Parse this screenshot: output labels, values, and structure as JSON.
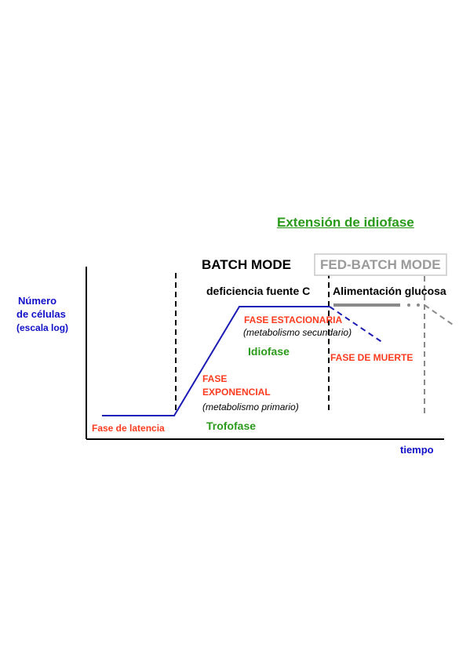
{
  "title": "Extensión de idiofase",
  "modes": {
    "batch": "BATCH MODE",
    "fed_batch": "FED-BATCH MODE"
  },
  "annotations": {
    "deficiency": "deficiencia fuente C",
    "feeding": "Alimentación glucosa"
  },
  "axes": {
    "y_label_line1": "Número",
    "y_label_line2": "de células",
    "y_label_line3": "(escala log)",
    "x_label": "tiempo"
  },
  "phases": {
    "lag": "Fase de latencia",
    "exp_line1": "FASE",
    "exp_line2": "EXPONENCIAL",
    "exp_sub": "(metabolismo primario)",
    "trophophase": "Trofofase",
    "stationary": "FASE ESTACIONARIA",
    "stationary_sub": "(metabolismo secundario)",
    "idiophase": "Idiofase",
    "death": "FASE DE MUERTE"
  },
  "colors": {
    "title": "#2a9a1a",
    "phase_red": "#ff3b1f",
    "phase_green": "#2a9a1a",
    "axis_blue": "#1010c8",
    "curve": "#1a1ab4",
    "fed_gray": "#8a8a8a",
    "fed_box": "#c8c8c8"
  }
}
